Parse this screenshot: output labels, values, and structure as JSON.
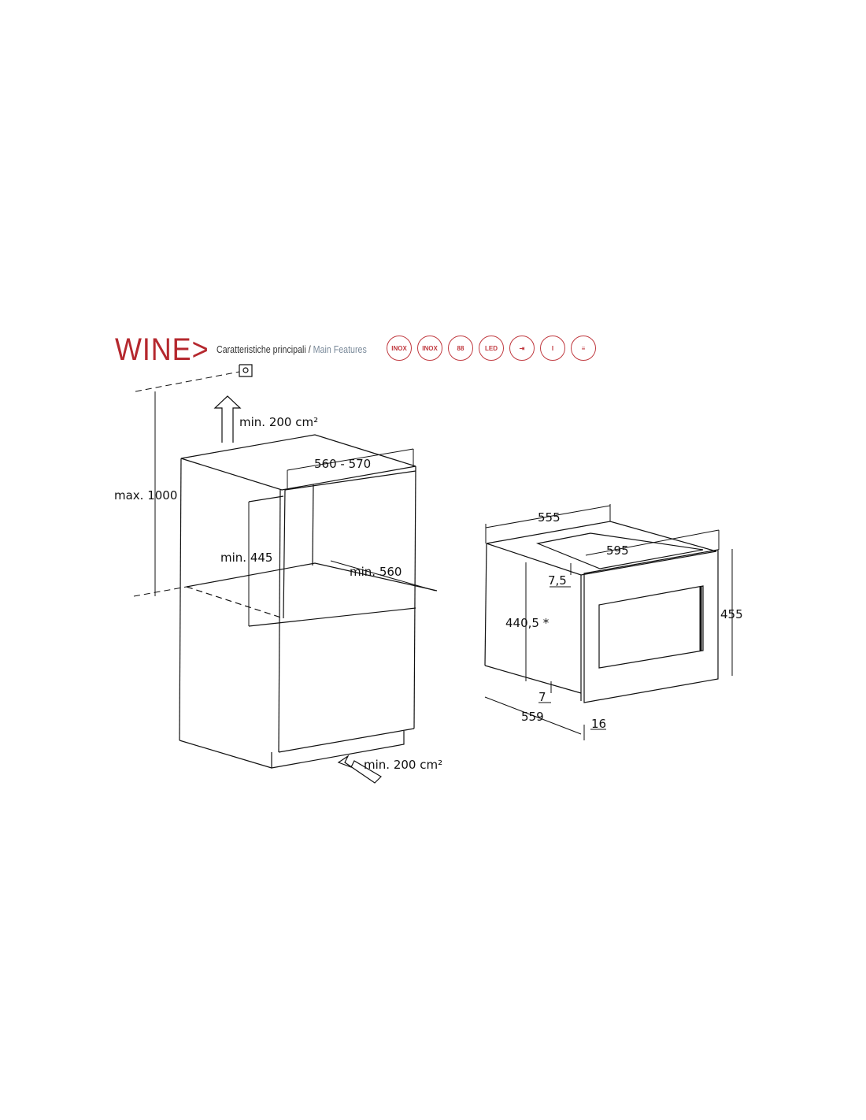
{
  "header": {
    "brand": "WINE>",
    "subtitle_it": "Caratteristiche principali",
    "separator": " / ",
    "subtitle_en": "Main Features"
  },
  "feature_icons": [
    {
      "name": "inox-icon",
      "label": "INOX"
    },
    {
      "name": "inox-fan-icon",
      "label": "INOX"
    },
    {
      "name": "thermometer-display-icon",
      "label": "88"
    },
    {
      "name": "led-light-icon",
      "label": "LED"
    },
    {
      "name": "door-reversible-icon",
      "label": ""
    },
    {
      "name": "height-adjust-icon",
      "label": "I"
    },
    {
      "name": "shelf-rack-icon",
      "label": "≡"
    }
  ],
  "niche_dimensions": {
    "vent_top": "min. 200 cm²",
    "width": "560 - 570",
    "max_height": "max. 1000",
    "min_height": "min. 445",
    "min_depth": "min. 560",
    "vent_bottom": "min. 200 cm²"
  },
  "appliance_dimensions": {
    "depth_top": "555",
    "width": "595",
    "top_gap": "7,5",
    "body_height": "440,5 *",
    "height": "455",
    "bottom_gap": "7",
    "depth_bottom": "559",
    "door_thickness": "16"
  }
}
